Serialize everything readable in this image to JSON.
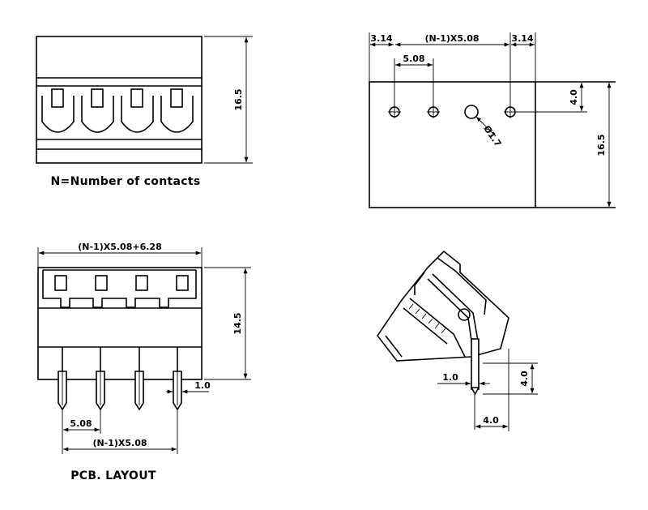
{
  "views": {
    "front": {
      "caption": "N=Number of contacts",
      "height_label": "16.5"
    },
    "top": {
      "dim_left": "3.14",
      "dim_pitch_total": "(N-1)X5.08",
      "dim_right": "3.14",
      "dim_pitch": "5.08",
      "dim_hole_offset": "4.0",
      "dim_hole_dia": "Ø1.7",
      "dim_height": "16.5"
    },
    "side": {
      "dim_width": "(N-1)X5.08+6.28",
      "dim_height": "14.5",
      "dim_pin": "1.0",
      "dim_pitch": "5.08",
      "dim_pitch_total": "(N-1)X5.08",
      "caption": "PCB. LAYOUT"
    },
    "angled": {
      "dim_pin": "1.0",
      "dim_height": "4.0",
      "dim_width": "4.0"
    }
  }
}
